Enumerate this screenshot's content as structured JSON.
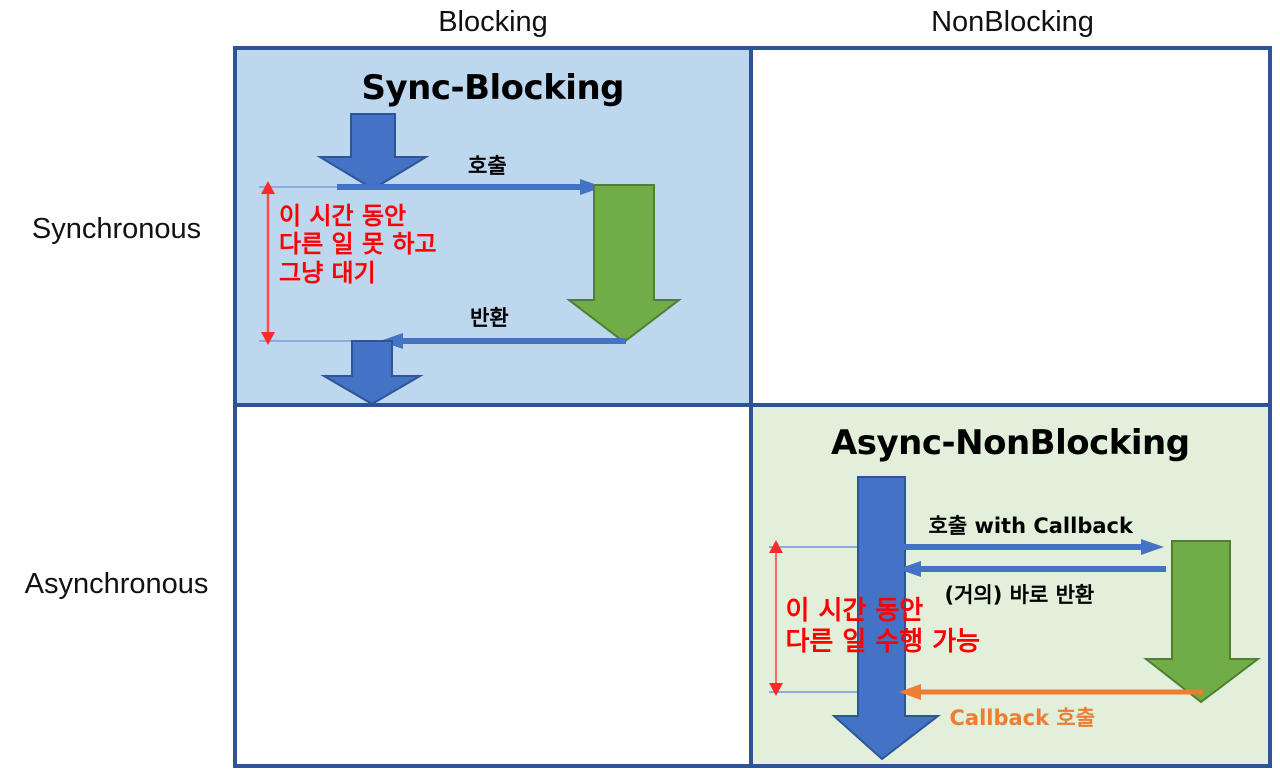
{
  "diagram": {
    "title": "Blocking/NonBlocking vs Synchronous/Asynchronous matrix",
    "columns": [
      {
        "id": "blocking",
        "label": "Blocking"
      },
      {
        "id": "nonblocking",
        "label": "NonBlocking"
      }
    ],
    "rows": [
      {
        "id": "synchronous",
        "label": "Synchronous"
      },
      {
        "id": "asynchronous",
        "label": "Asynchronous"
      }
    ],
    "colors": {
      "grid_border": "#2F5496",
      "sync_blocking_fill": "#BDD7EE",
      "async_nonblocking_fill": "#E2EFDA",
      "caller_arrow_blue": "#4472C4",
      "callee_arrow_green": "#70AD47",
      "duration_marker_red": "#FF0000",
      "callback_arrow_orange": "#ED7D31",
      "empty_cell_fill": "#FFFFFF",
      "hairline_blue": "#8FAADC"
    },
    "cells": {
      "sync_blocking": {
        "title": "Sync-Blocking",
        "filled": true,
        "messages": [
          {
            "id": "call",
            "label": "호출",
            "direction": "right",
            "color": "#4472C4"
          },
          {
            "id": "return",
            "label": "반환",
            "direction": "left",
            "color": "#4472C4"
          }
        ],
        "duration_note": "이 시간 동안\n다른 일 못 하고\n그냥 대기",
        "duration_note_lines": [
          "이 시간 동안",
          "다른 일 못 하고",
          "그냥 대기"
        ]
      },
      "sync_nonblocking": {
        "title": "",
        "filled": false
      },
      "async_blocking": {
        "title": "",
        "filled": false
      },
      "async_nonblocking": {
        "title": "Async-NonBlocking",
        "filled": true,
        "messages": [
          {
            "id": "call-with-callback",
            "label": "호출 with Callback",
            "direction": "right",
            "color": "#4472C4"
          },
          {
            "id": "immediate-return",
            "label": "(거의) 바로 반환",
            "direction": "left",
            "color": "#4472C4"
          },
          {
            "id": "callback-invoke",
            "label": "Callback 호출",
            "direction": "left",
            "color": "#ED7D31"
          }
        ],
        "duration_note": "이 시간 동안\n다른 일 수행 가능",
        "duration_note_lines": [
          "이 시간 동안",
          "다른 일 수행 가능"
        ]
      }
    }
  }
}
